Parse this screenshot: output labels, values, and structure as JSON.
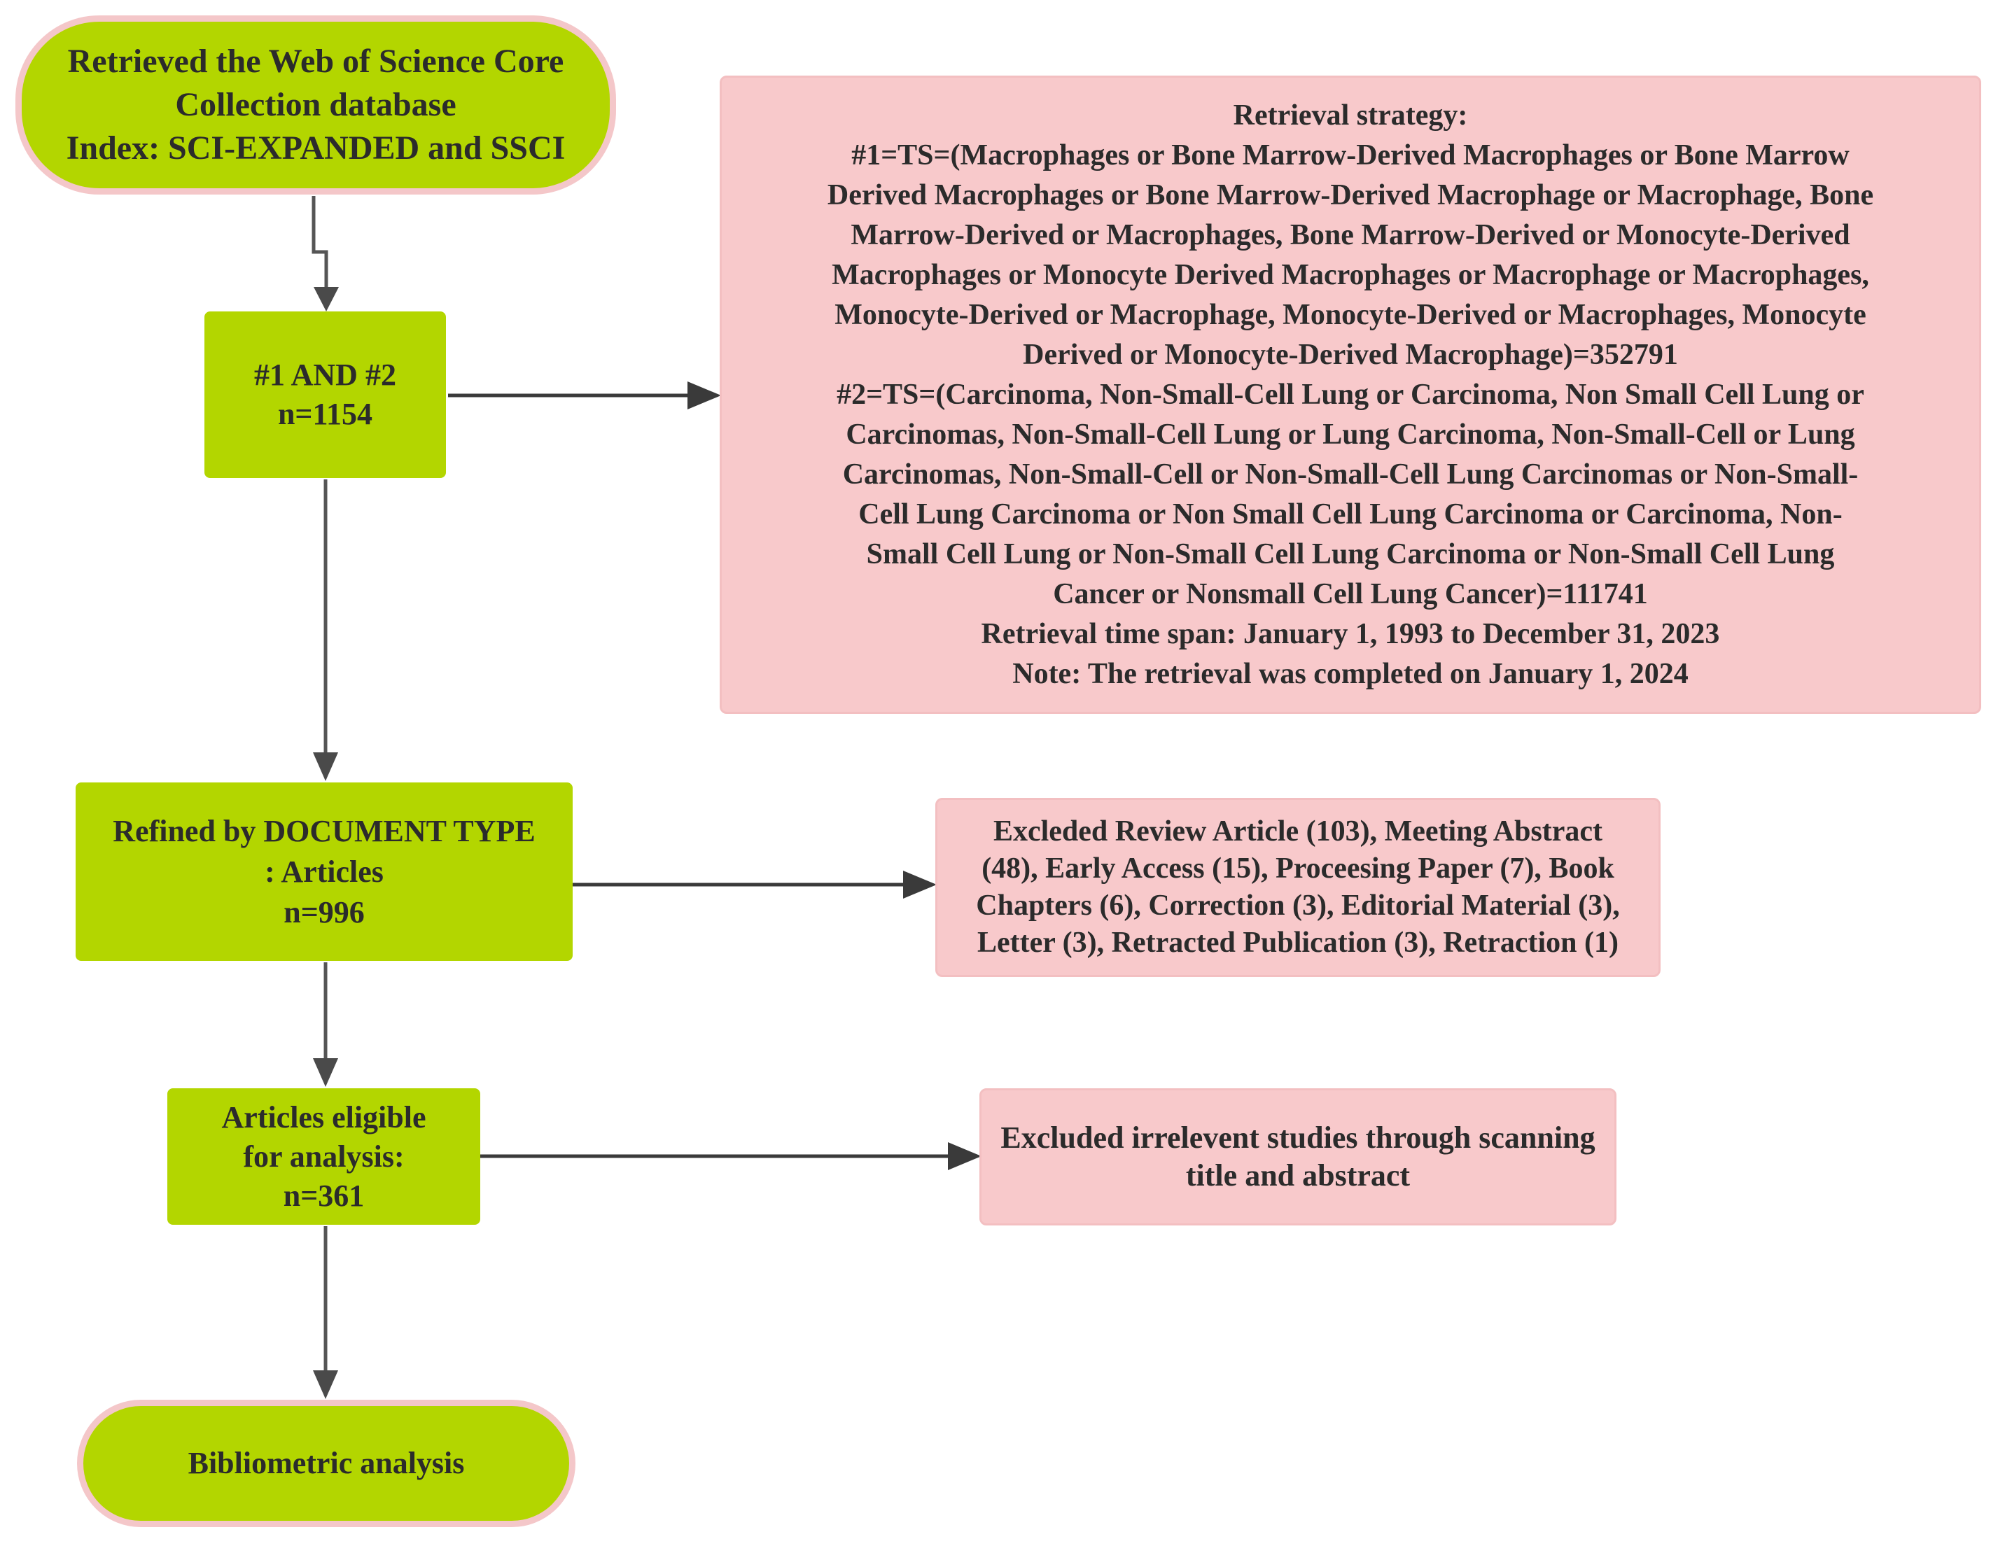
{
  "flow": {
    "start": {
      "lines": [
        "Retrieved the Web of Science Core",
        "Collection database",
        "Index: SCI-EXPANDED and SSCI"
      ]
    },
    "combined": {
      "lines": [
        "#1 AND #2",
        "n=1154"
      ]
    },
    "refined": {
      "lines": [
        "Refined by DOCUMENT TYPE",
        ": Articles",
        "n=996"
      ]
    },
    "eligible": {
      "lines": [
        "Articles eligible",
        "for analysis:",
        "n=361"
      ]
    },
    "end": {
      "lines": [
        "Bibliometric analysis"
      ]
    }
  },
  "side": {
    "strategy": {
      "lines": [
        "Retrieval strategy:",
        "#1=TS=(Macrophages or Bone Marrow-Derived Macrophages or Bone Marrow",
        "Derived Macrophages or Bone Marrow-Derived Macrophage or Macrophage, Bone",
        "Marrow-Derived or Macrophages, Bone Marrow-Derived or Monocyte-Derived",
        "Macrophages or Monocyte Derived Macrophages or Macrophage or Macrophages,",
        "Monocyte-Derived or Macrophage, Monocyte-Derived or Macrophages, Monocyte",
        "Derived or Monocyte-Derived Macrophage)=352791",
        "#2=TS=(Carcinoma, Non-Small-Cell Lung or Carcinoma, Non Small Cell Lung or",
        "Carcinomas, Non-Small-Cell Lung or Lung Carcinoma, Non-Small-Cell or Lung",
        "Carcinomas, Non-Small-Cell or Non-Small-Cell Lung Carcinomas or Non-Small-",
        "Cell Lung Carcinoma or Non Small Cell Lung Carcinoma or Carcinoma, Non-",
        "Small Cell Lung or Non-Small Cell Lung Carcinoma or Non-Small Cell Lung",
        "Cancer or Nonsmall Cell Lung Cancer)=111741",
        "Retrieval time span: January 1, 1993 to December 31, 2023",
        "Note: The retrieval was completed on January 1, 2024"
      ]
    },
    "excluded_types": {
      "lines": [
        "Excleded Review Article (103), Meeting Abstract",
        "(48), Early Access (15), Proceesing Paper (7), Book",
        "Chapters (6), Correction (3), Editorial Material (3),",
        "Letter (3), Retracted Publication (3), Retraction (1)"
      ]
    },
    "excluded_irrelevant": {
      "lines": [
        "Excluded irrelevent studies through scanning",
        "title and abstract"
      ]
    }
  },
  "colors": {
    "flow_fill": "#b3d600",
    "terminal_border": "#f4c7c9",
    "side_fill": "#f8c9cb",
    "connector": "#555555",
    "text": "#2b2b2b"
  }
}
